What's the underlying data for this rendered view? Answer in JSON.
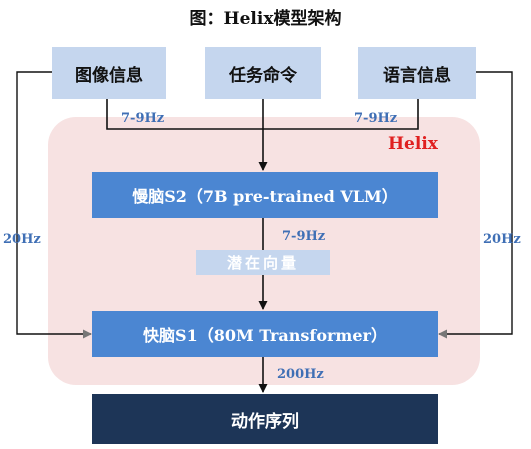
{
  "title": "图：Helix模型架构",
  "region_label": "Helix",
  "inputs": {
    "image": "图像信息",
    "task": "任务命令",
    "language": "语言信息"
  },
  "s2_label": "慢脑S2（7B pre-trained VLM）",
  "latent_label": "潜在向量",
  "s1_label": "快脑S1（80M Transformer）",
  "output_label": "动作序列",
  "rates": {
    "image_to_s2": "7-9Hz",
    "language_to_s2": "7-9Hz",
    "s2_to_s1": "7-9Hz",
    "image_to_s1": "20Hz",
    "language_to_s1": "20Hz",
    "s1_to_output": "200Hz"
  },
  "colors": {
    "input_fill": "#c5d6ee",
    "model_fill": "#4b86d2",
    "output_fill": "#1d3557",
    "region_fill": "#f7e2e2",
    "region_label": "#e02020",
    "rate_text": "#3f6fb5"
  }
}
